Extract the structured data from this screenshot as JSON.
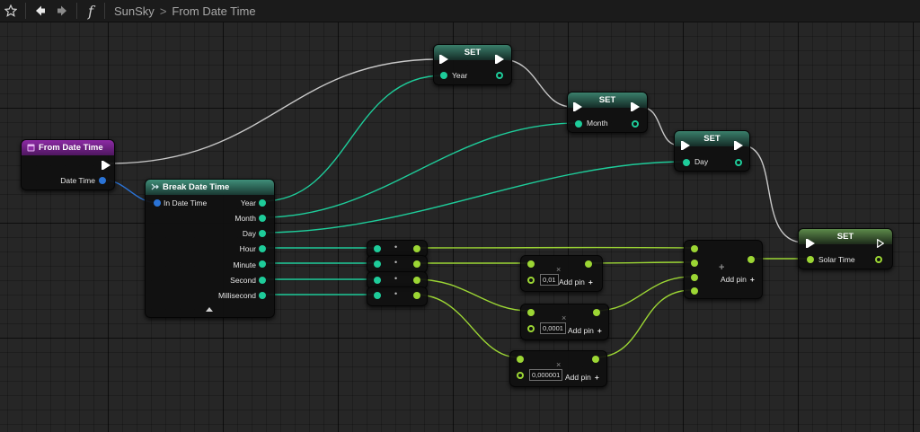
{
  "toolbar": {
    "star_icon": "star-icon",
    "back_icon": "back-arrow-icon",
    "forward_icon": "forward-arrow-icon",
    "function_icon": "f",
    "breadcrumb": [
      "SunSky",
      "From Date Time"
    ],
    "breadcrumb_separator": ">"
  },
  "nodes": {
    "from_date_time": {
      "title": "From Date Time",
      "pin_date_time": "Date Time"
    },
    "break_date_time": {
      "title": "Break Date Time",
      "input": "In Date Time",
      "outputs": [
        "Year",
        "Month",
        "Day",
        "Hour",
        "Minute",
        "Second",
        "Millisecond"
      ]
    },
    "set_year": {
      "title": "SET",
      "pin": "Year"
    },
    "set_month": {
      "title": "SET",
      "pin": "Month"
    },
    "set_day": {
      "title": "SET",
      "pin": "Day"
    },
    "set_solar_time": {
      "title": "SET",
      "pin": "Solar Time"
    },
    "multiply_1": {
      "value": "0,01",
      "add_pin": "Add pin"
    },
    "multiply_2": {
      "value": "0,0001",
      "add_pin": "Add pin"
    },
    "multiply_3": {
      "value": "0,000001",
      "add_pin": "Add pin"
    },
    "add_node": {
      "add_pin": "Add pin"
    },
    "conversion_dot": "•",
    "multiply_symbol": "×",
    "add_symbol": "+",
    "plus_symbol": "+"
  },
  "colors": {
    "exec": "#ffffff",
    "float_pin": "#9cd634",
    "int_pin": "#1ecc9a",
    "struct_pin": "#2a73d6",
    "wire_exec": "#c8c8c8"
  }
}
